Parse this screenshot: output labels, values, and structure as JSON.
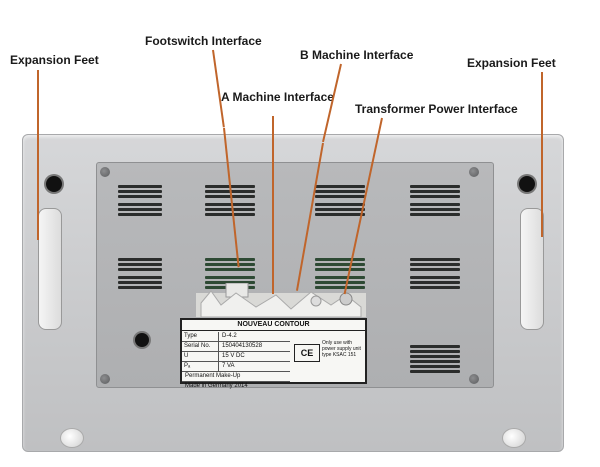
{
  "callouts": {
    "expansion_feet_left": "Expansion Feet",
    "footswitch_interface": "Footswitch Interface",
    "b_machine_interface": "B Machine Interface",
    "a_machine_interface": "A Machine Interface",
    "transformer_power_interface": "Transformer Power Interface",
    "expansion_feet_right": "Expansion Feet"
  },
  "label": {
    "brand": "NOUVEAU CONTOUR",
    "type_key": "Type",
    "type_value": "D-4.2",
    "serial_key": "Serial No.",
    "serial_value": "150404130528",
    "voltage_key": "U",
    "voltage_value": "15 V DC",
    "power_key": "Pₐ",
    "power_value": "7 VA",
    "product": "Permanent Make-Up",
    "origin": "Made in Germany 2014",
    "ce_mark": "CE",
    "note": "Only use with power supply unit type KSAC 151"
  },
  "colors": {
    "callout_line": "#c0652b",
    "device_body": "#cfd0d2"
  }
}
